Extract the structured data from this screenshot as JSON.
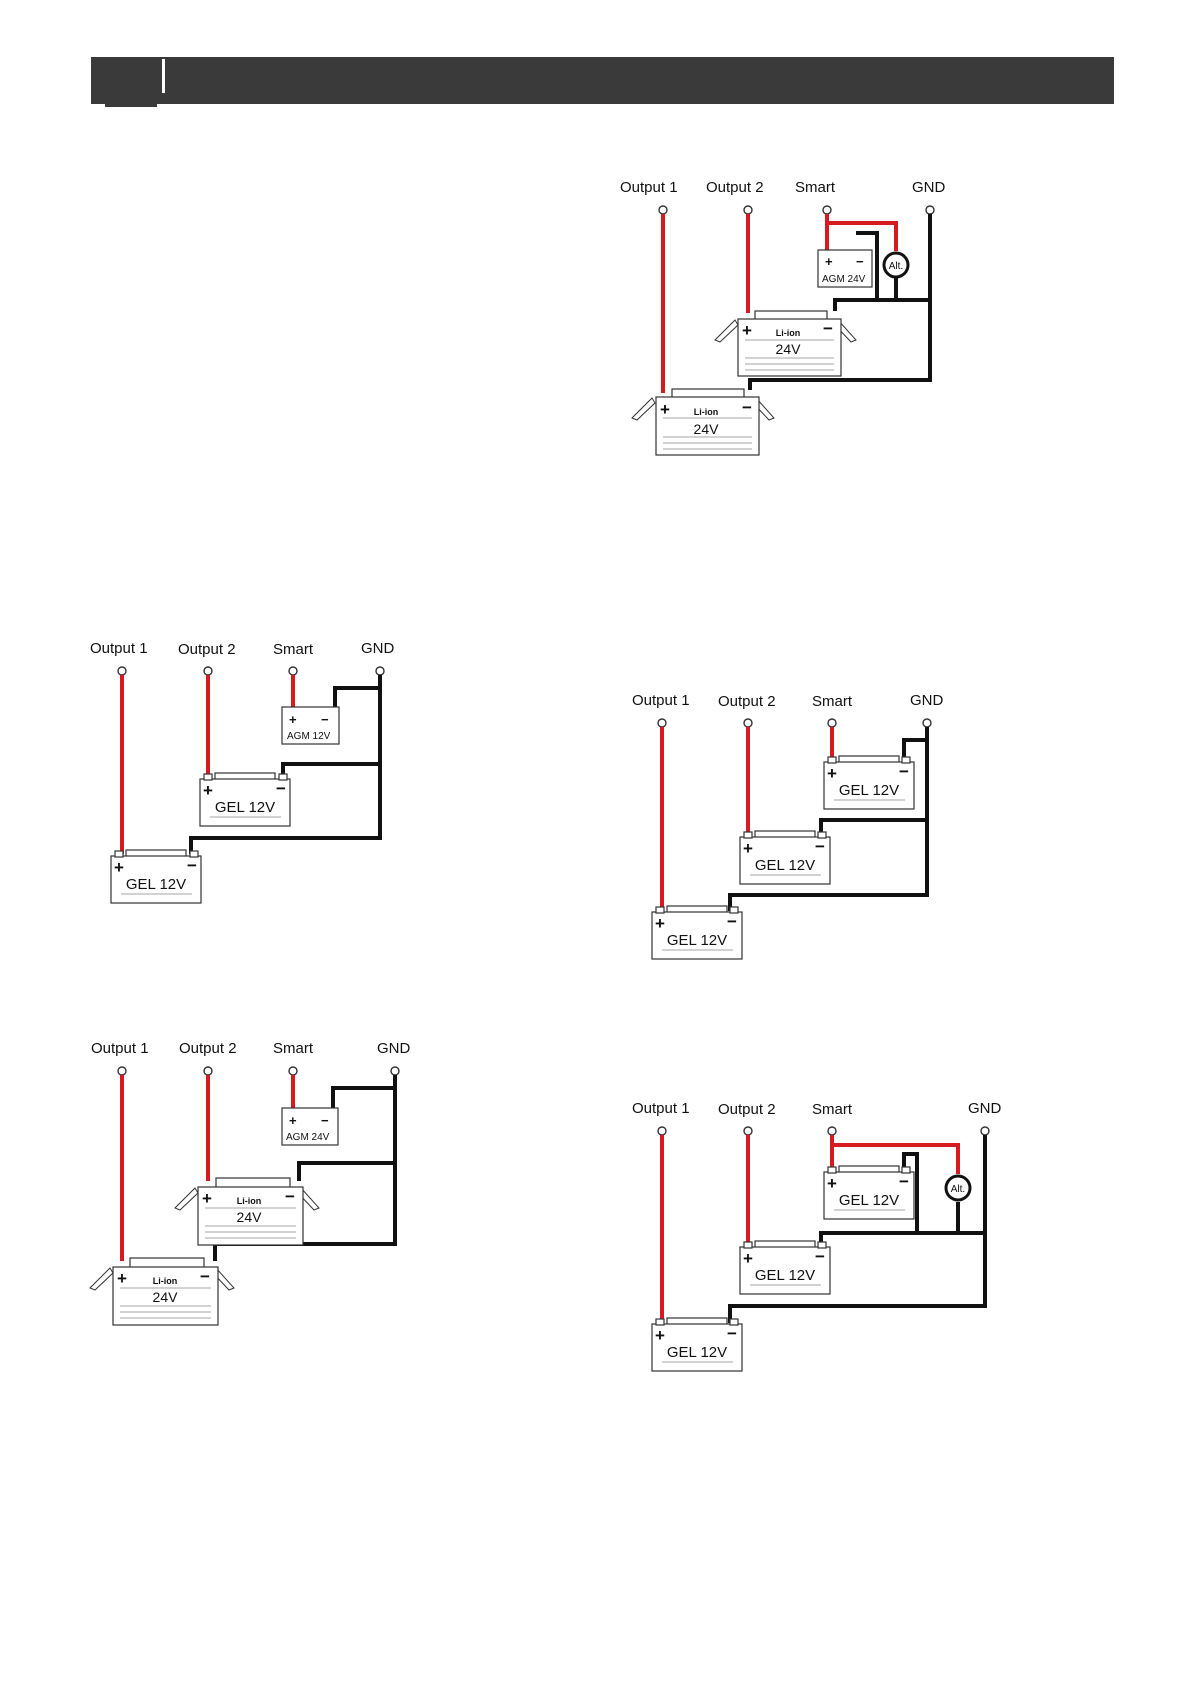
{
  "header": {
    "tab_label": ""
  },
  "terminals": {
    "out1": "Output 1",
    "out2": "Output 2",
    "smart": "Smart",
    "gnd": "GND"
  },
  "batteries": {
    "agm12": "AGM 12V",
    "agm24": "AGM 24V",
    "gel12": "GEL 12V",
    "liion": "Li-ion",
    "v24": "24V"
  },
  "alternator": "Alt.",
  "symbols": {
    "plus": "+",
    "minus": "−"
  },
  "colors": {
    "positive_wire": "#d71920",
    "ground_wire": "#111111",
    "header": "#3a3a3a"
  }
}
